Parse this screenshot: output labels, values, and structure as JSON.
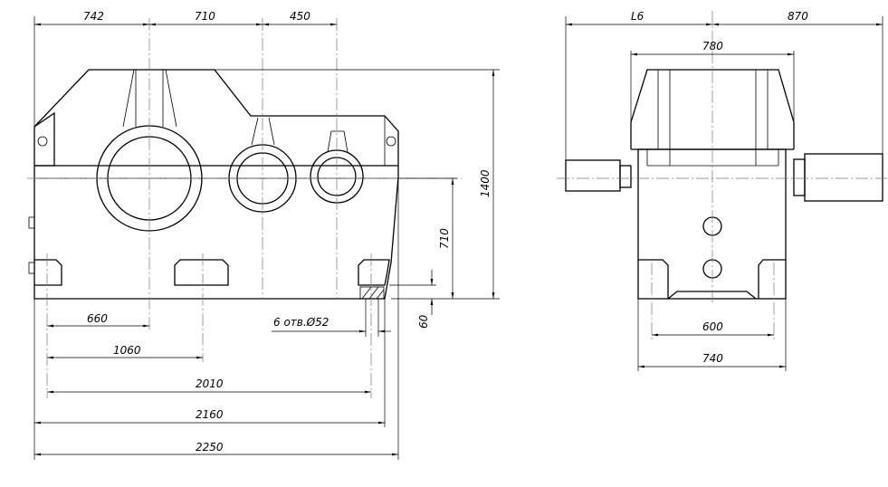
{
  "front_view": {
    "dims_top": [
      "742",
      "710",
      "450"
    ],
    "dims_right": [
      "1400",
      "710",
      "60"
    ],
    "dims_bottom": [
      "660",
      "1060",
      "2010",
      "2160",
      "2250"
    ],
    "hole_note": "6 отв.Ø52"
  },
  "side_view": {
    "dims_top": [
      "L6",
      "870",
      "780"
    ],
    "dims_bottom": [
      "600",
      "740"
    ]
  }
}
